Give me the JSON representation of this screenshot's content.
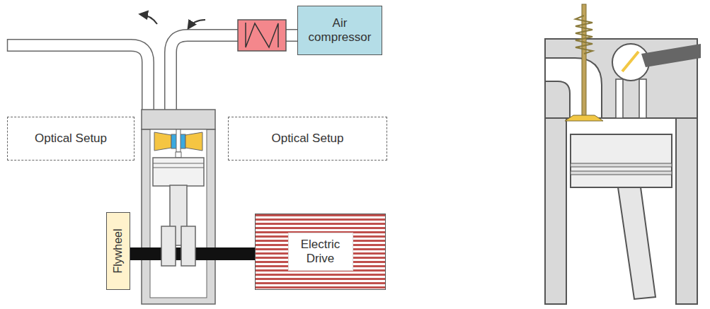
{
  "diagram": {
    "nodes": [
      {
        "text": [
          "Air compressor"
        ]
      },
      {
        "text": [
          "Optical Setup"
        ]
      },
      {
        "text": [
          "Optical Setup"
        ]
      },
      {
        "text": [
          "Flywheel"
        ]
      },
      {
        "text": [
          "Electric Drive"
        ]
      }
    ],
    "edges": [
      {
        "from": 3,
        "to": 4,
        "arrow": "none"
      }
    ]
  }
}
